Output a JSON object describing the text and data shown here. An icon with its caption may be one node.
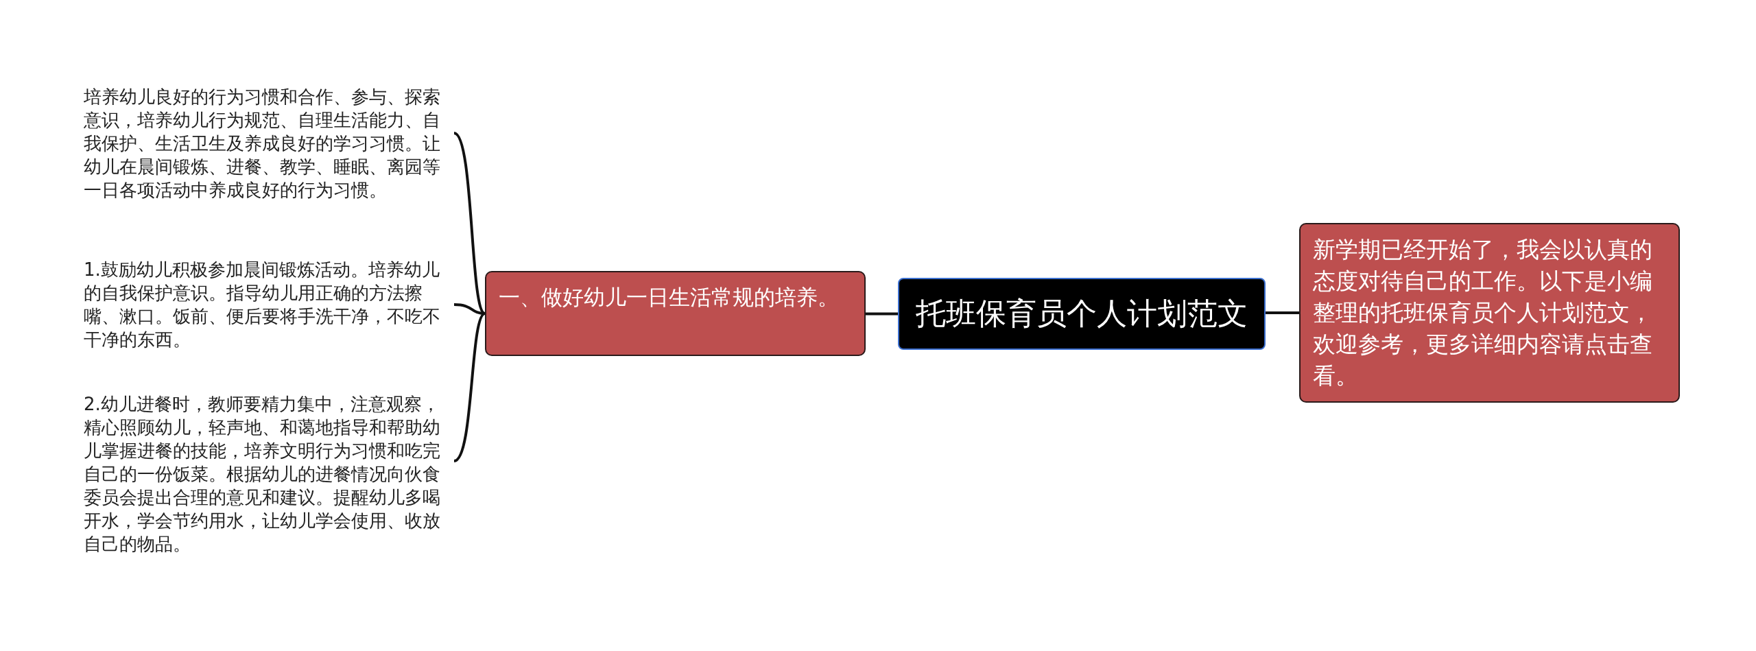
{
  "diagram": {
    "nodes": [
      {
        "text": [
          "托班保育员个人计划范文"
        ]
      },
      {
        "text": [
          "一、做好幼儿一日生活常规的培养。"
        ]
      },
      {
        "text": [
          "培养幼儿良好的行为习惯和合作、参与、探索意识，培养幼儿行为规范、自理生活能力、自我保护、生活卫生及养成良好的学习习惯。让幼儿在晨间锻炼、进餐、教学、睡眠、离园等一日各项活动中养成良好的行为习惯。"
        ]
      },
      {
        "text": [
          "1.鼓励幼儿积极参加晨间锻炼活动。培养幼儿的自我保护意识。指导幼儿用正确的方法擦嘴、漱口。饭前、便后要将手洗干净，不吃不干净的东西。"
        ]
      },
      {
        "text": [
          "2.幼儿进餐时，教师要精力集中，注意观察，精心照顾幼儿，轻声地、和蔼地指导和帮助幼儿掌握进餐的技能，培养文明行为习惯和吃完自己的一份饭菜。根据幼儿的进餐情况向伙食委员会提出合理的意见和建议。提醒幼儿多喝开水，学会节约用水，让幼儿学会使用、收放自己的物品。"
        ]
      },
      {
        "text": [
          "新学期已经开始了，我会以认真的态度对待自己的工作。以下是小编整理的托班保育员个人计划范文，欢迎参考，更多详细内容请点击查看。"
        ]
      }
    ],
    "edges": [
      {
        "from": 0,
        "to": 1,
        "arrow": "none"
      },
      {
        "from": 1,
        "to": 2,
        "arrow": "none"
      },
      {
        "from": 1,
        "to": 3,
        "arrow": "none"
      },
      {
        "from": 1,
        "to": 4,
        "arrow": "none"
      },
      {
        "from": 0,
        "to": 5,
        "arrow": "none"
      }
    ]
  }
}
